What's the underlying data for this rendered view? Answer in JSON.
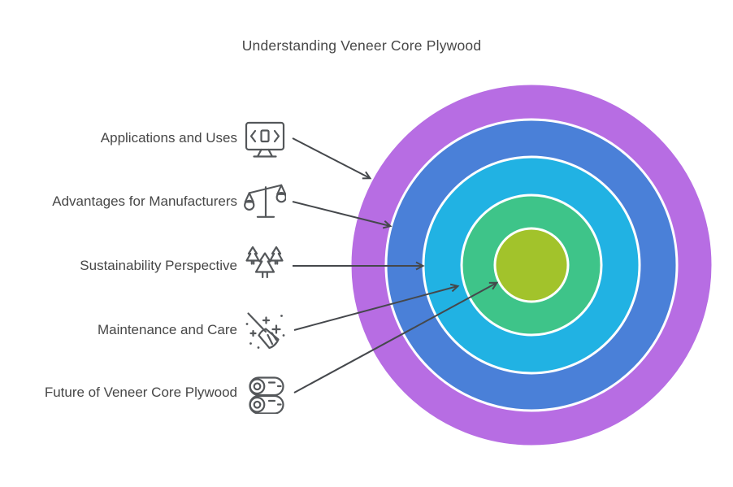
{
  "title": "Understanding Veneer Core Plywood",
  "items": [
    {
      "label": "Applications and Uses",
      "icon": "monitor-code-icon",
      "ring": "outer"
    },
    {
      "label": "Advantages for Manufacturers",
      "icon": "balance-scale-icon",
      "ring": "second"
    },
    {
      "label": "Sustainability Perspective",
      "icon": "pine-trees-icon",
      "ring": "third"
    },
    {
      "label": "Maintenance and Care",
      "icon": "broom-sparkle-icon",
      "ring": "fourth"
    },
    {
      "label": "Future of Veneer Core Plywood",
      "icon": "wood-logs-icon",
      "ring": "center"
    }
  ],
  "rings": [
    {
      "name": "outer",
      "color": "#b76de3"
    },
    {
      "name": "second",
      "color": "#4a80d8"
    },
    {
      "name": "third",
      "color": "#21b2e3"
    },
    {
      "name": "fourth",
      "color": "#3ec489"
    },
    {
      "name": "center",
      "color": "#a2c32b"
    }
  ],
  "colors": {
    "text": "#474747",
    "arrow": "#45484c",
    "icon_stroke": "#54575a",
    "ring_separator": "#ffffff",
    "background": "#ffffff"
  }
}
